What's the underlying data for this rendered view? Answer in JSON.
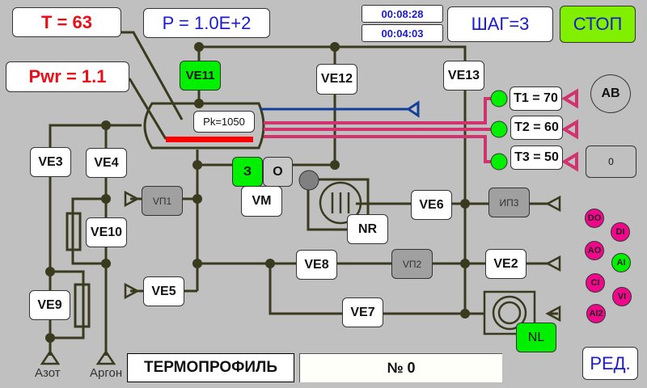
{
  "readouts": {
    "temperature": "T = 63",
    "pressure": "P = 1.0E+2",
    "power": "Pwr = 1.1",
    "timer_total": "00:08:28",
    "timer_step": "00:04:03",
    "step": "ШАГ=3",
    "pk": "Pk=1050"
  },
  "buttons": {
    "stop": "СТОП",
    "edit": "РЕД.",
    "ab": "AB",
    "counter": "0"
  },
  "valves": {
    "ve2": "VE2",
    "ve3": "VE3",
    "ve4": "VE4",
    "ve5": "VE5",
    "ve6": "VE6",
    "ve7": "VE7",
    "ve8": "VE8",
    "ve9": "VE9",
    "ve10": "VE10",
    "ve11": "VE11",
    "ve12": "VE12",
    "ve13": "VE13"
  },
  "valve_states": {
    "ve11": "open"
  },
  "vm": {
    "label": "VM",
    "close": "З",
    "open": "О",
    "active": "close"
  },
  "pumps": {
    "nr": "NR",
    "nl": "NL",
    "nl_state": "on"
  },
  "sensors": {
    "vp1": "VП1",
    "vp2": "VП2",
    "ip3": "ИП3"
  },
  "thermocouples": [
    "T1 = 70",
    "T2 = 60",
    "T3 = 50"
  ],
  "gases": {
    "nitrogen": "Азот",
    "argon": "Аргон"
  },
  "io_indicators": [
    {
      "label": "DO",
      "state": "off"
    },
    {
      "label": "DI",
      "state": "off"
    },
    {
      "label": "AO",
      "state": "off"
    },
    {
      "label": "AI",
      "state": "on"
    },
    {
      "label": "CI",
      "state": "off"
    },
    {
      "label": "VI",
      "state": "off"
    },
    {
      "label": "AI2",
      "state": "off"
    }
  ],
  "colors": {
    "on": "#00f000",
    "off": "#f0088a",
    "thermo_line": "#d0336e",
    "blue_line": "#123f9a",
    "heater": "#ff0000"
  },
  "footer": {
    "profile_label": "ТЕРМОПРОФИЛЬ",
    "profile_number": "№ 0"
  }
}
